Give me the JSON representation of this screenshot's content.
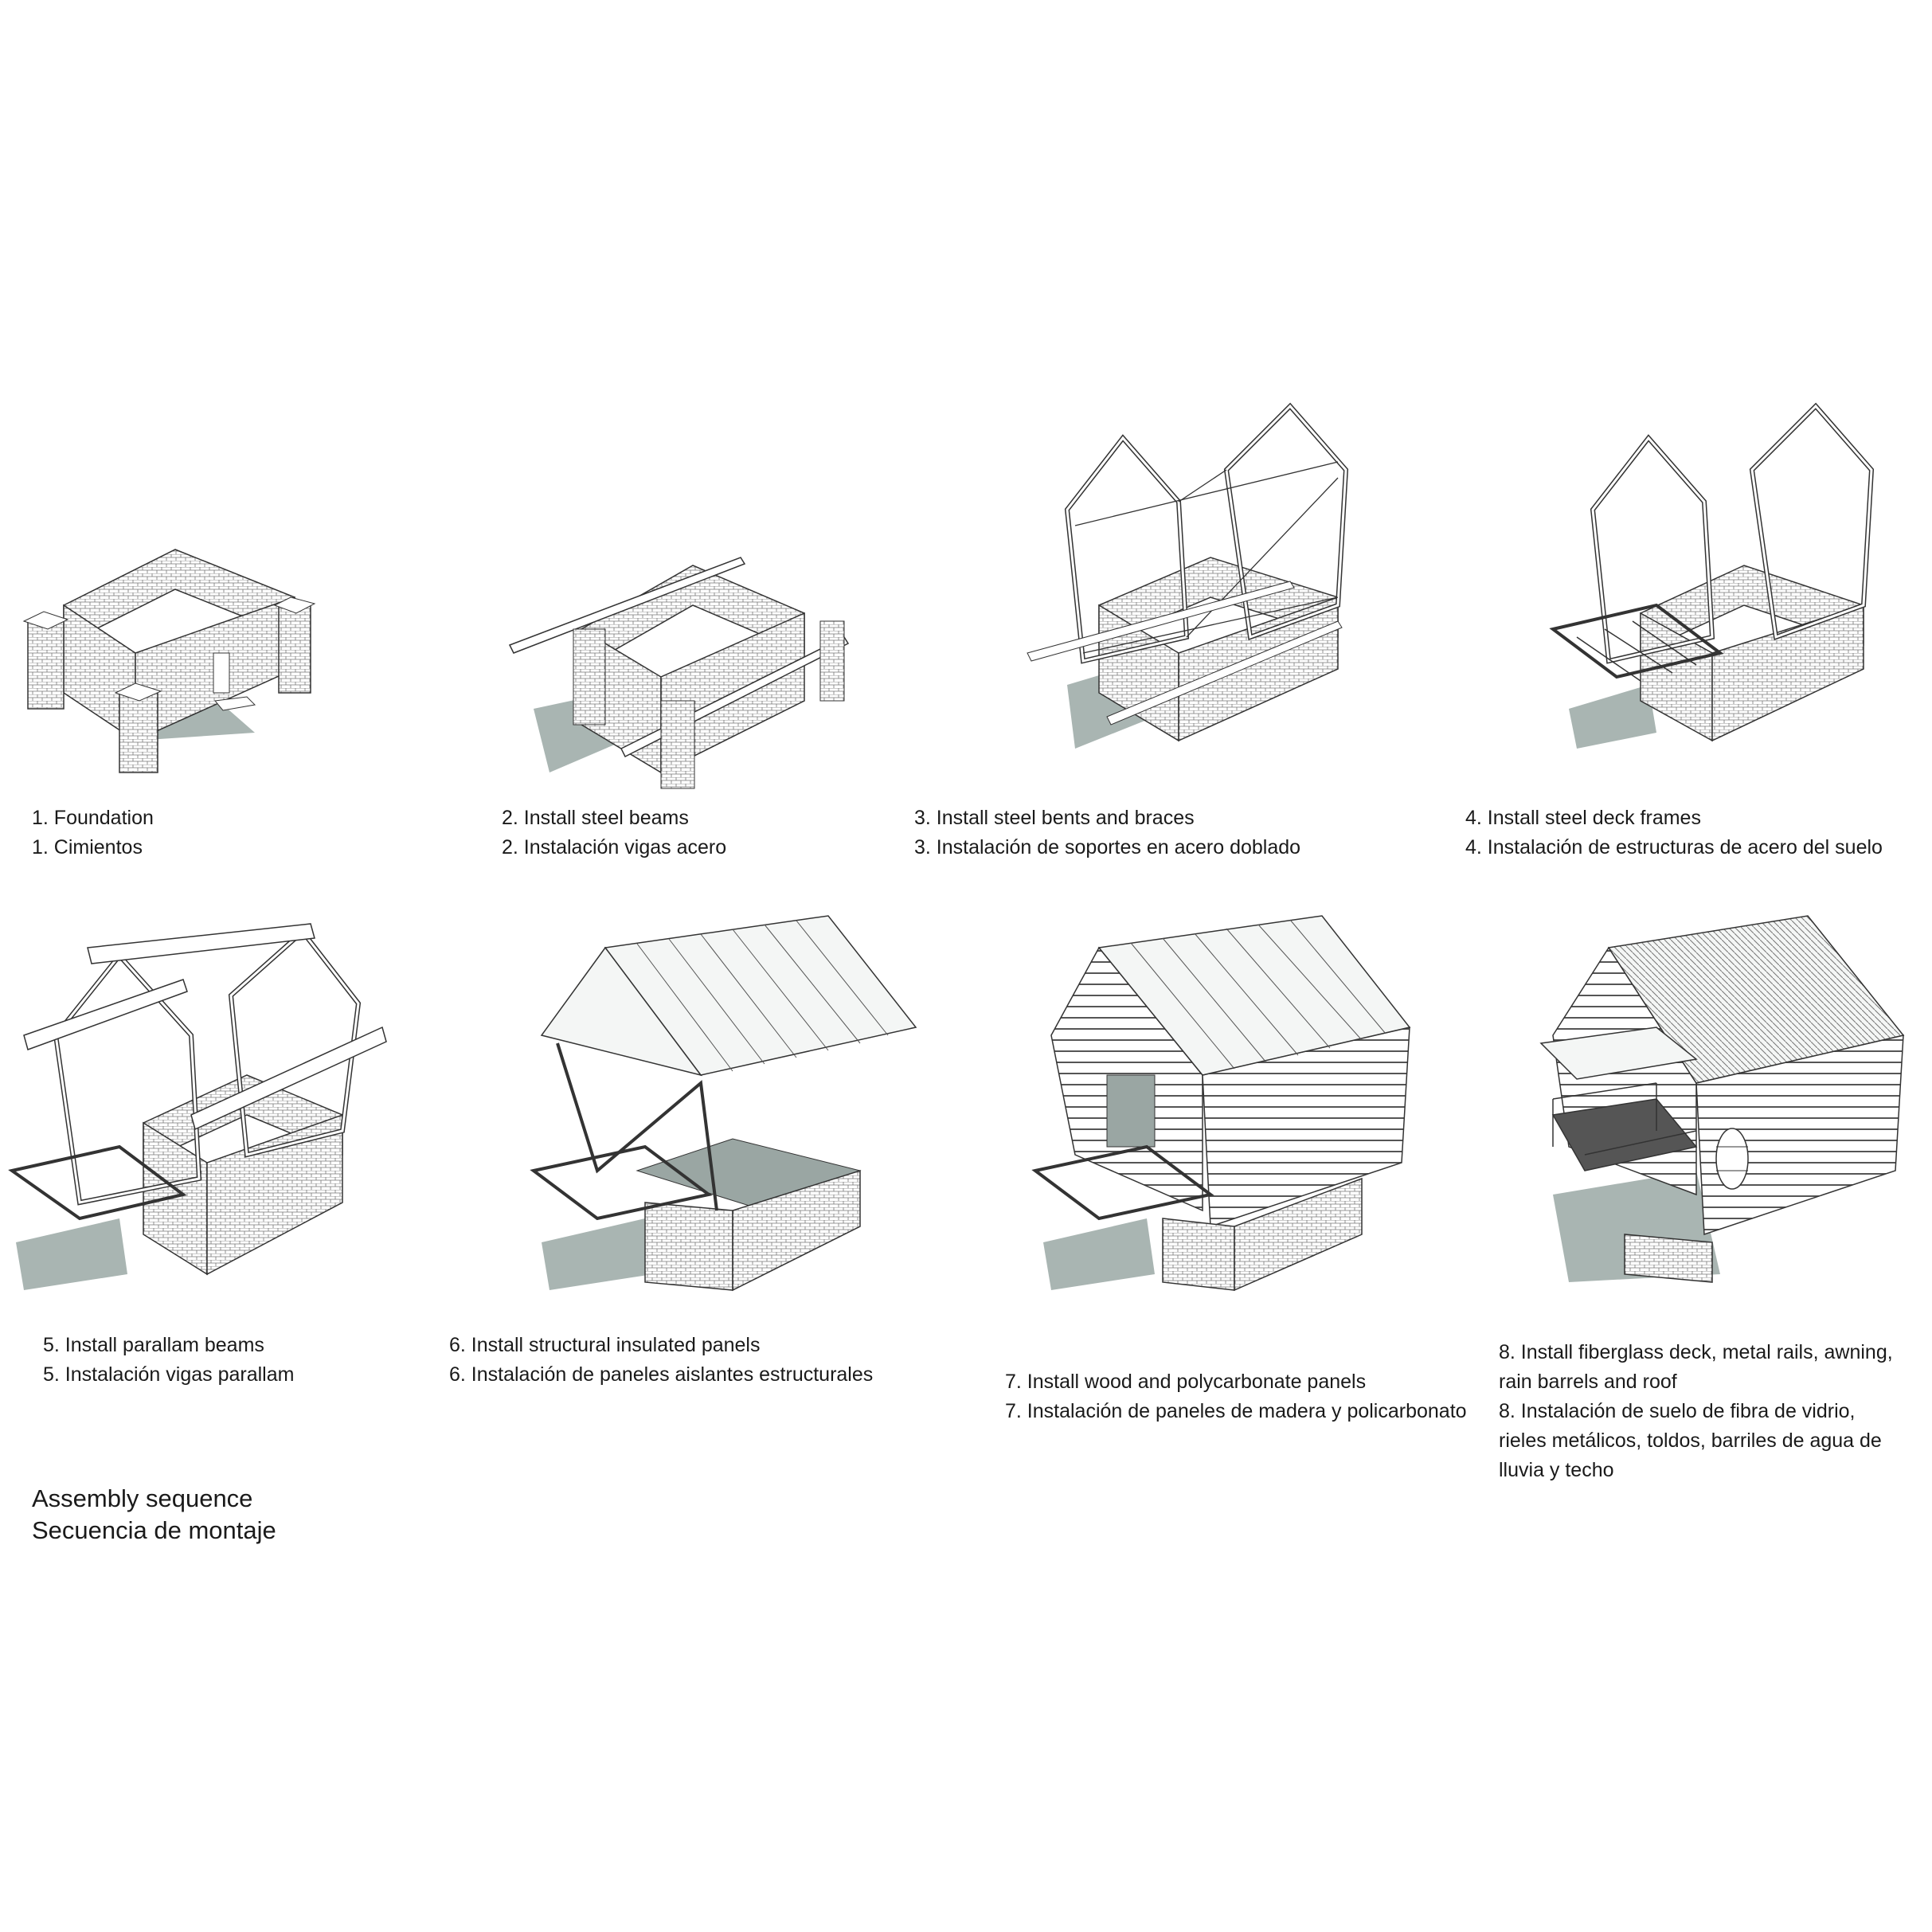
{
  "steps": [
    {
      "en": "1. Foundation",
      "es": "1. Cimientos"
    },
    {
      "en": "2. Install steel beams",
      "es": "2. Instalación vigas acero"
    },
    {
      "en": "3. Install steel bents and braces",
      "es": "3. Instalación de soportes en acero doblado"
    },
    {
      "en": "4. Install steel deck frames",
      "es": "4. Instalación de estructuras de acero del suelo"
    },
    {
      "en": "5. Install parallam beams",
      "es": "5. Instalación vigas parallam"
    },
    {
      "en": "6. Install structural insulated panels",
      "es": "6. Instalación de paneles aislantes estructurales"
    },
    {
      "en": "7. Install wood and polycarbonate panels",
      "es": "7. Instalación de paneles de madera y policarbonato"
    },
    {
      "en": "8. Install fiberglass deck, metal rails, awning, rain barrels and roof",
      "es": "8. Instalación de suelo de fibra de vidrio, rieles metálicos, toldos, barriles de agua de lluvia y techo"
    }
  ],
  "title": {
    "en": "Assembly sequence",
    "es": "Secuencia de montaje"
  },
  "colors": {
    "line": "#3a3a3a",
    "shadow": "#a9b5b2",
    "fill": "#ffffff",
    "roof": "#f4f6f5",
    "floor": "#9aa6a3"
  }
}
